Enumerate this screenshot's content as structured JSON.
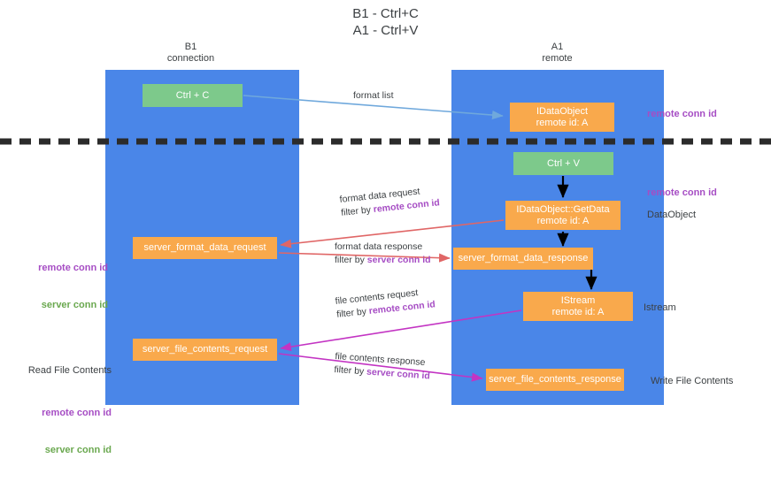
{
  "title": {
    "line1": "B1 - Ctrl+C",
    "line2": "A1 - Ctrl+V"
  },
  "lanes": [
    {
      "id": "b1",
      "name": "B1",
      "subtitle": "connection",
      "header": "B1\nconnection",
      "color": "#4a86e8"
    },
    {
      "id": "a1",
      "name": "A1",
      "subtitle": "remote",
      "header": "A1\nremote",
      "color": "#4a86e8"
    }
  ],
  "colors": {
    "lane": "#4a86e8",
    "process_box": "#f9a94c",
    "shortcut_box": "#7dc98b",
    "divider": "#2b2b2b",
    "remote_conn_id": "#a64dc4",
    "server_conn_id": "#6aa84f",
    "arrow_format_list": "#6fa8dc",
    "arrow_format_data": "#e06666",
    "arrow_file_contents": "#c334c3",
    "arrow_flow": "#000000",
    "text": "#3c4043"
  },
  "boxes": {
    "ctrl_c": {
      "label": "Ctrl + C",
      "type": "shortcut"
    },
    "ctrl_v": {
      "label": "Ctrl + V",
      "type": "shortcut"
    },
    "idataobject": {
      "line1": "IDataObject",
      "line2": "remote id: A",
      "label": "IDataObject\nremote id: A"
    },
    "getdata": {
      "line1": "IDataObject::GetData",
      "line2": "remote id: A",
      "label": "IDataObject::GetData\nremote id: A"
    },
    "istream": {
      "line1": "IStream",
      "line2": "remote id: A",
      "label": "IStream\nremote id: A"
    },
    "server_format_data_request": {
      "label": "server_format_data_request"
    },
    "server_format_data_response": {
      "label": "server_format_data_response"
    },
    "server_file_contents_request": {
      "label": "server_file_contents_request"
    },
    "server_file_contents_response": {
      "label": "server_file_contents_response"
    }
  },
  "arrow_labels": {
    "format_list": {
      "text": "format list"
    },
    "format_data_request": {
      "line1": "format data request",
      "filter_prefix": "filter by ",
      "filter_key": "remote conn id"
    },
    "format_data_response": {
      "line1": "format data response",
      "filter_prefix": "filter by ",
      "filter_key": "server conn id"
    },
    "file_contents_request": {
      "line1": "file contents request",
      "filter_prefix": "filter by ",
      "filter_key": "remote conn id"
    },
    "file_contents_response": {
      "line1": "file contents response",
      "filter_prefix": "filter by ",
      "filter_key": "server conn id"
    }
  },
  "annotations": {
    "remote_conn_id_top": "remote conn id",
    "remote_conn_id_mid": "remote conn id",
    "dataobject": "DataObject",
    "istream": "Istream",
    "write_file_contents": "Write File Contents",
    "read_file_contents": "Read File Contents",
    "left_remote_conn_id_1": "remote conn id",
    "left_server_conn_id_1": "server conn id",
    "left_remote_conn_id_2": "remote conn id",
    "left_server_conn_id_2": "server conn id"
  }
}
